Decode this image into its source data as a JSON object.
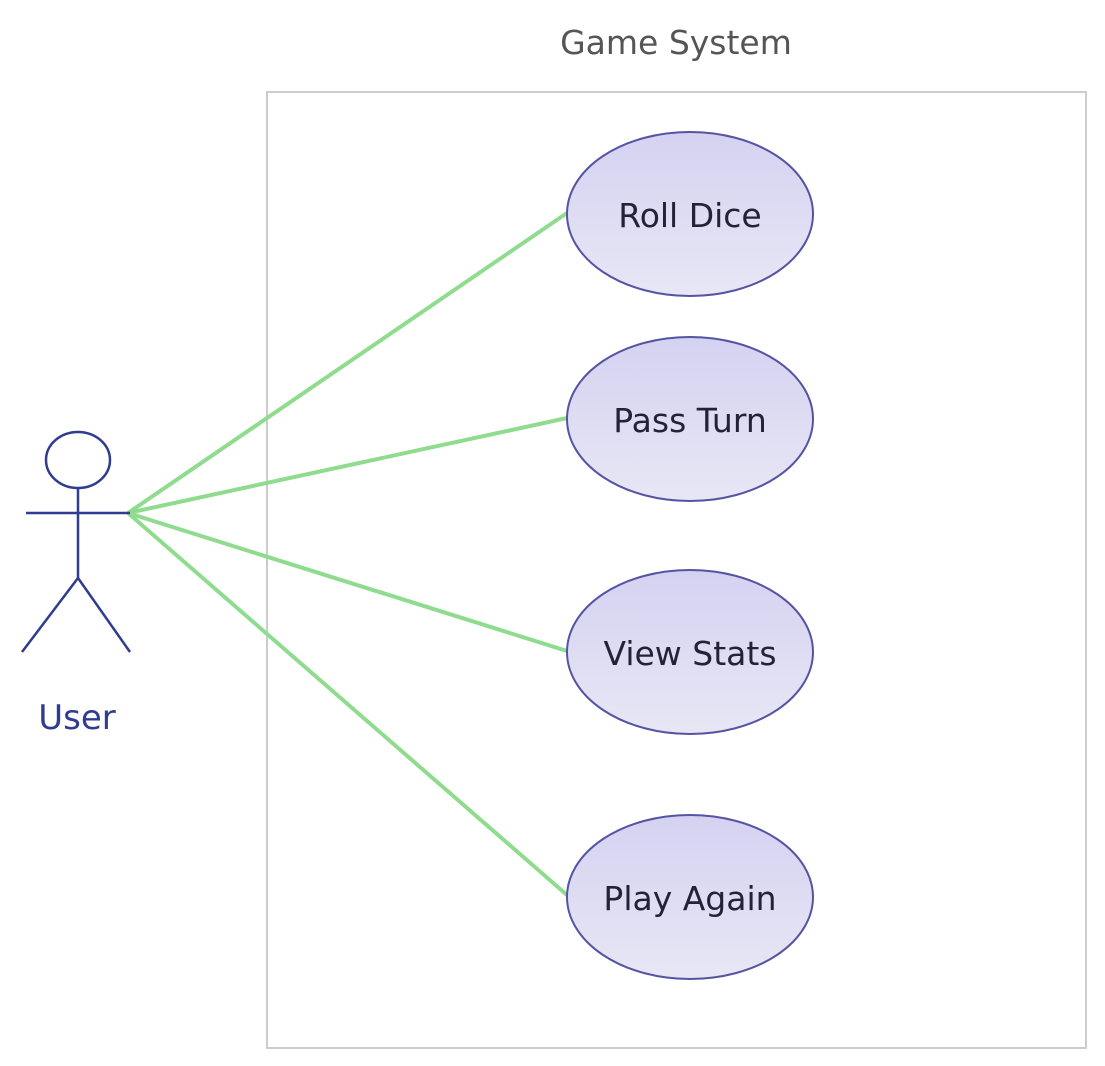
{
  "diagram": {
    "system": {
      "title": "Game System",
      "border_color": "#cccccc",
      "title_color": "#555555"
    },
    "actor": {
      "name": "User",
      "color": "#2f3c8f"
    },
    "use_cases": [
      {
        "id": "roll-dice",
        "label": "Roll Dice"
      },
      {
        "id": "pass-turn",
        "label": "Pass Turn"
      },
      {
        "id": "view-stats",
        "label": "View Stats"
      },
      {
        "id": "play-again",
        "label": "Play Again"
      }
    ],
    "styles": {
      "usecase_fill_top": "#d4d2f1",
      "usecase_fill_bottom": "#e8e7f5",
      "usecase_stroke": "#5554a3",
      "usecase_text": "#222238",
      "connector_color": "#8fdc8f"
    }
  }
}
